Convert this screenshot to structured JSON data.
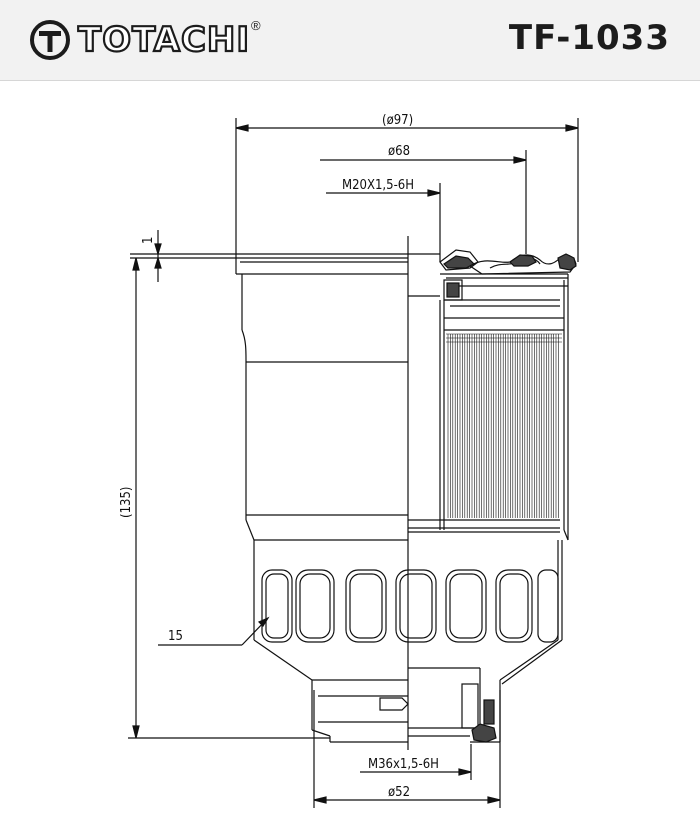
{
  "header": {
    "brand": "TOTACHI",
    "registered_mark": "®",
    "part_number": "TF-1033"
  },
  "dimensions": {
    "outer_diameter": "(ø97)",
    "gasket_diameter": "ø68",
    "top_thread": "M20X1,5-6H",
    "gasket_offset": "1",
    "height": "(135)",
    "ribs": "15",
    "bottom_thread": "M36x1,5-6H",
    "bottom_diameter": "ø52"
  },
  "colors": {
    "line": "#111111",
    "header_bg": "#f2f2f2"
  }
}
